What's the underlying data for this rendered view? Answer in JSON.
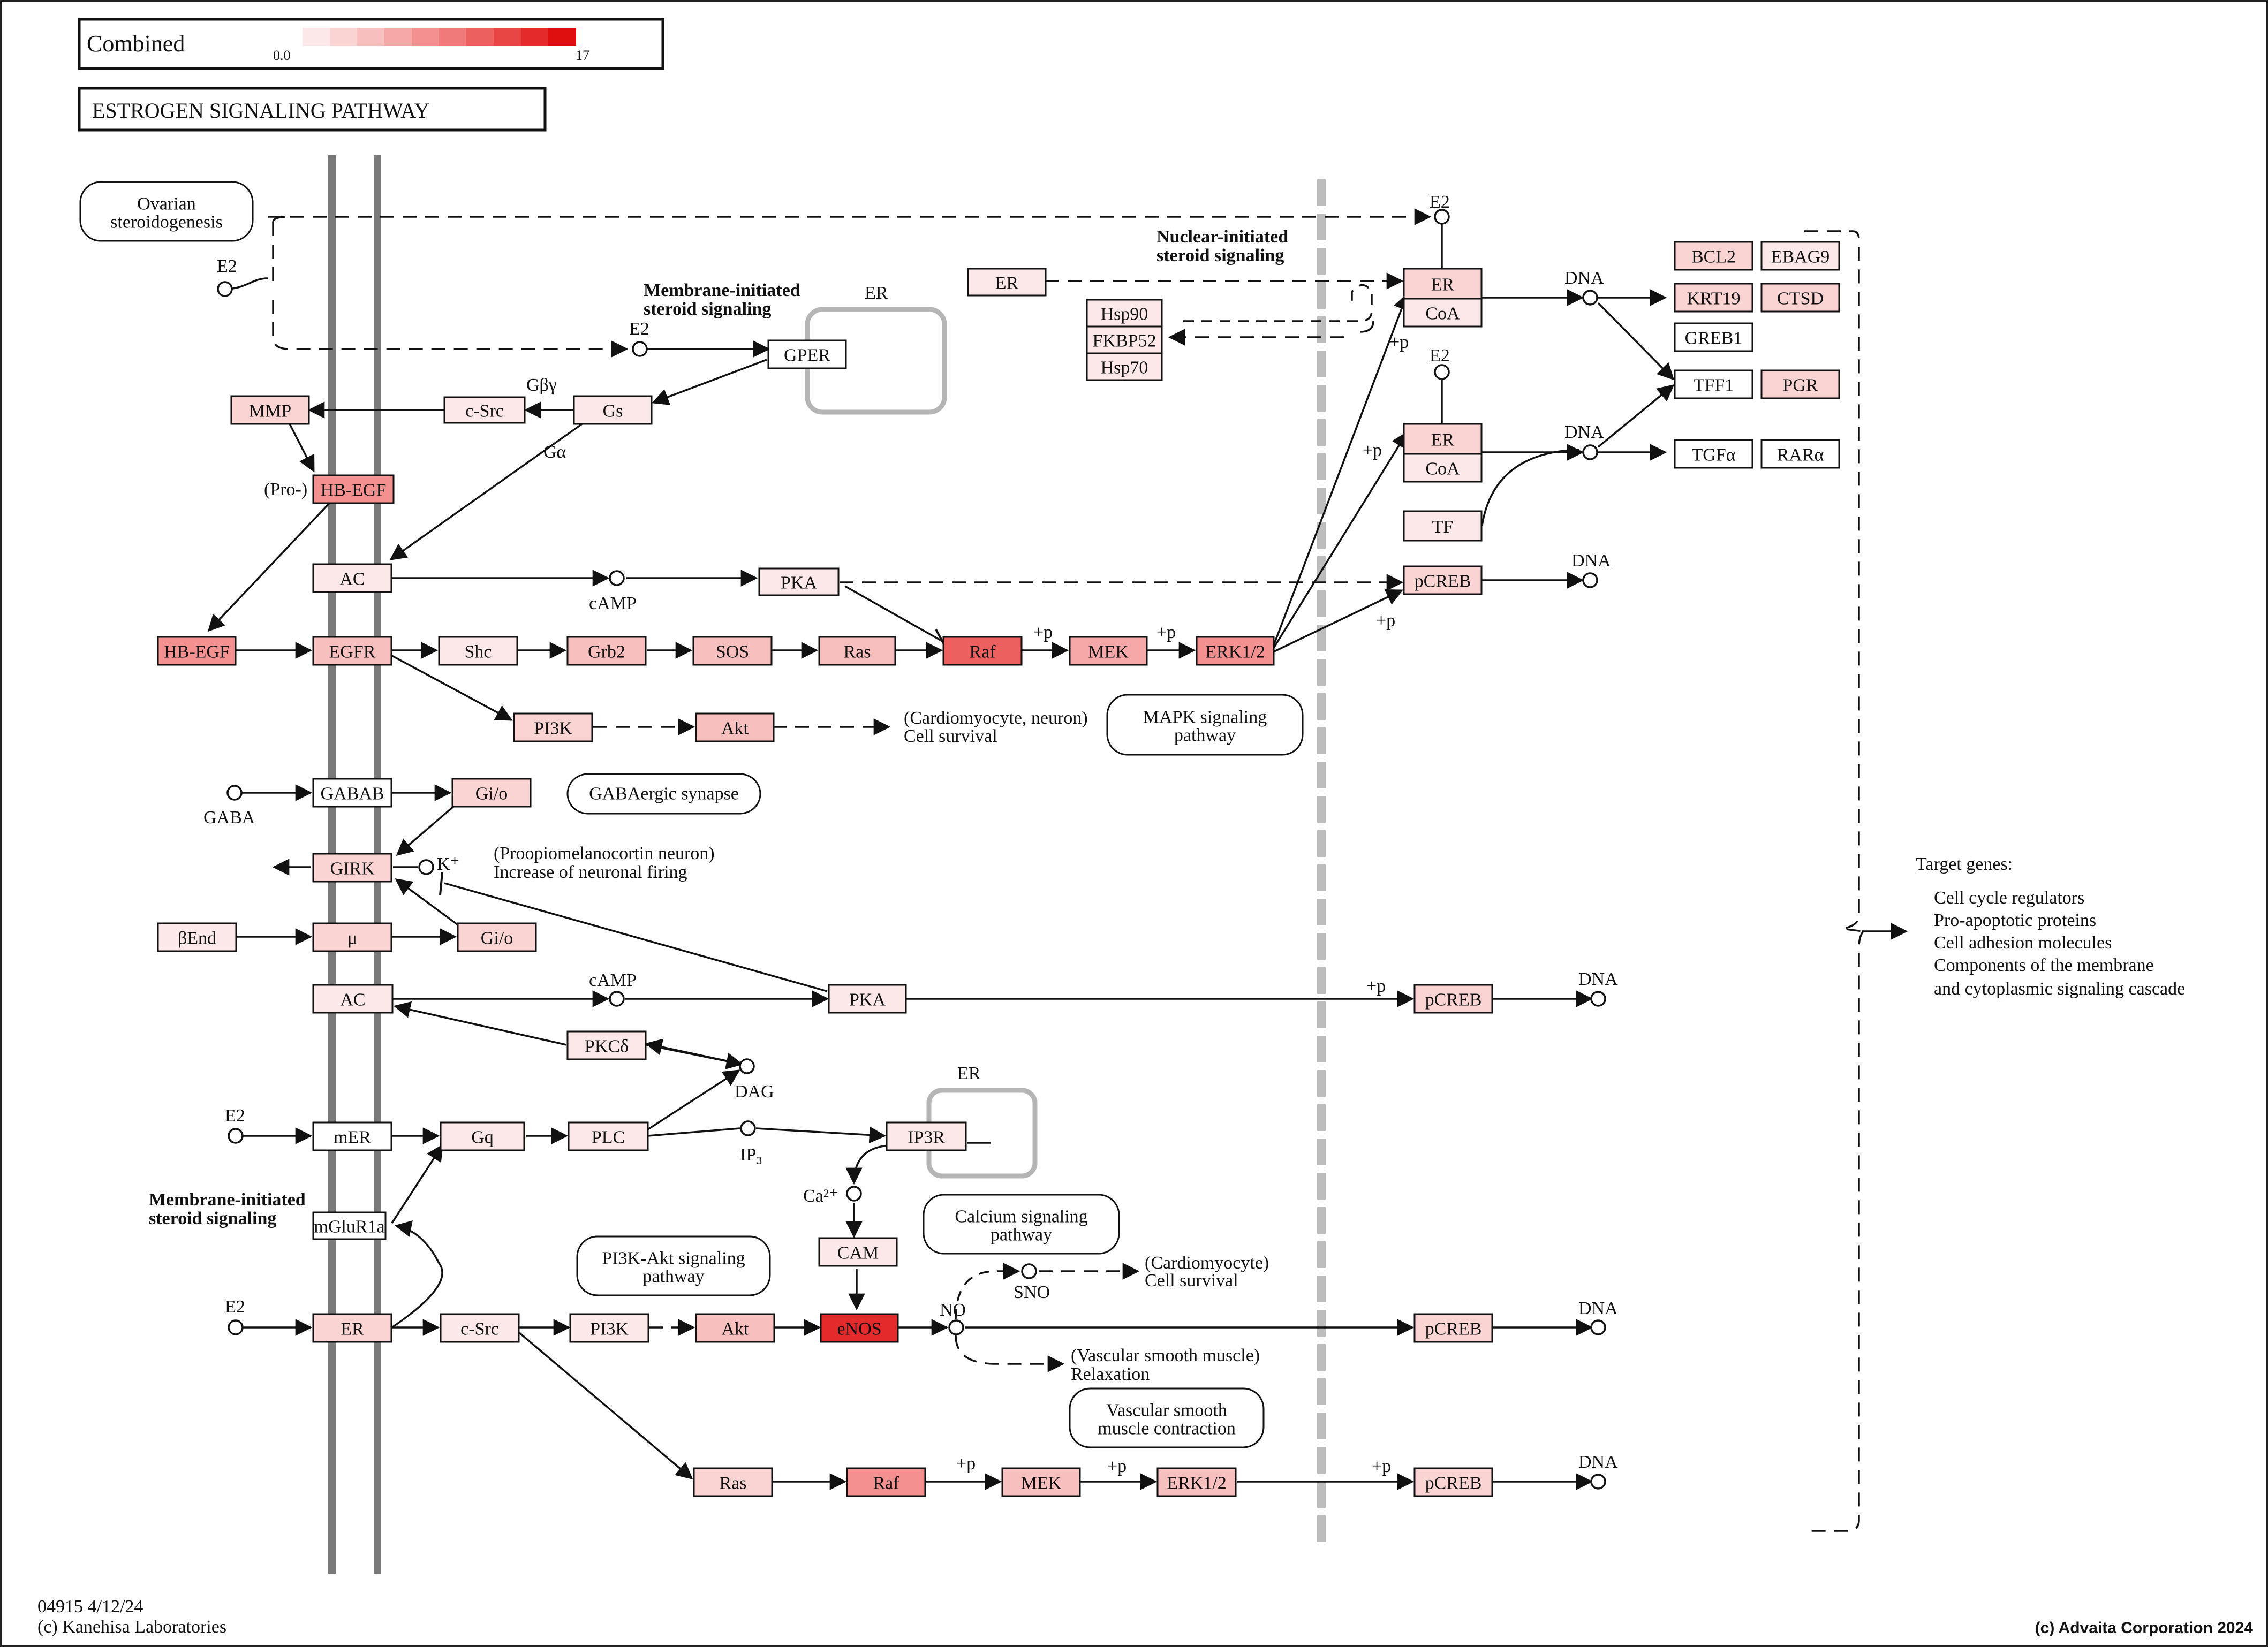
{
  "legend": {
    "title": "Combined",
    "min": "0.0",
    "max": "17"
  },
  "pathway_title": "ESTROGEN  SIGNALING  PATHWAY",
  "footer": {
    "id_date": "04915 4/12/24",
    "copyright": "(c) Kanehisa Laboratories",
    "credit": "(c) Advaita Corporation 2024"
  },
  "colors": {
    "scale": [
      "#fce8e8",
      "#fad3d3",
      "#f8bfbf",
      "#f6a8a8",
      "#f39191",
      "#f07a7a",
      "#ec6060",
      "#e84545",
      "#e42a2a",
      "#e00f0f"
    ]
  },
  "nodes": [
    {
      "id": "n_er_top",
      "label": "ER",
      "level": 1
    },
    {
      "id": "n_hsp90",
      "label": "Hsp90",
      "level": 1
    },
    {
      "id": "n_fkbp52",
      "label": "FKBP52",
      "level": 1
    },
    {
      "id": "n_hsp70",
      "label": "Hsp70",
      "level": 1
    },
    {
      "id": "n_er_nuc1",
      "label": "ER",
      "level": 2
    },
    {
      "id": "n_coa1",
      "label": "CoA",
      "level": 1
    },
    {
      "id": "n_er_nuc2",
      "label": "ER",
      "level": 2
    },
    {
      "id": "n_coa2",
      "label": "CoA",
      "level": 1
    },
    {
      "id": "n_tf",
      "label": "TF",
      "level": 1
    },
    {
      "id": "n_bcl2",
      "label": "BCL2",
      "level": 2
    },
    {
      "id": "n_ebag9",
      "label": "EBAG9",
      "level": 1
    },
    {
      "id": "n_krt19",
      "label": "KRT19",
      "level": 2
    },
    {
      "id": "n_ctsd",
      "label": "CTSD",
      "level": 2
    },
    {
      "id": "n_greb1",
      "label": "GREB1",
      "level": 0
    },
    {
      "id": "n_tff1",
      "label": "TFF1",
      "level": 0
    },
    {
      "id": "n_pgr",
      "label": "PGR",
      "level": 2
    },
    {
      "id": "n_tgfa",
      "label": "TGFα",
      "level": 0
    },
    {
      "id": "n_rara",
      "label": "RARα",
      "level": 0
    },
    {
      "id": "n_gper",
      "label": "GPER",
      "level": 0
    },
    {
      "id": "n_mmp",
      "label": "MMP",
      "level": 2
    },
    {
      "id": "n_csrc1",
      "label": "c-Src",
      "level": 1
    },
    {
      "id": "n_gs",
      "label": "Gs",
      "level": 1
    },
    {
      "id": "n_hbegf_pro",
      "label": "HB-EGF",
      "level": 5
    },
    {
      "id": "n_ac1",
      "label": "AC",
      "level": 1
    },
    {
      "id": "n_pka1",
      "label": "PKA",
      "level": 1
    },
    {
      "id": "n_pcreb1",
      "label": "pCREB",
      "level": 2
    },
    {
      "id": "n_hbegf",
      "label": "HB-EGF",
      "level": 5
    },
    {
      "id": "n_egfr",
      "label": "EGFR",
      "level": 3
    },
    {
      "id": "n_shc",
      "label": "Shc",
      "level": 1
    },
    {
      "id": "n_grb2",
      "label": "Grb2",
      "level": 3
    },
    {
      "id": "n_sos",
      "label": "SOS",
      "level": 3
    },
    {
      "id": "n_ras1",
      "label": "Ras",
      "level": 3
    },
    {
      "id": "n_raf1",
      "label": "Raf",
      "level": 7
    },
    {
      "id": "n_mek1",
      "label": "MEK",
      "level": 4
    },
    {
      "id": "n_erk1",
      "label": "ERK1/2",
      "level": 5
    },
    {
      "id": "n_pi3k1",
      "label": "PI3K",
      "level": 2
    },
    {
      "id": "n_akt1",
      "label": "Akt",
      "level": 3
    },
    {
      "id": "n_gabab",
      "label": "GABAB",
      "level": 0
    },
    {
      "id": "n_gio1",
      "label": "Gi/o",
      "level": 2
    },
    {
      "id": "n_girk",
      "label": "GIRK",
      "level": 2
    },
    {
      "id": "n_bend",
      "label": "βEnd",
      "level": 1
    },
    {
      "id": "n_mu",
      "label": "μ",
      "level": 2
    },
    {
      "id": "n_gio2",
      "label": "Gi/o",
      "level": 2
    },
    {
      "id": "n_ac2",
      "label": "AC",
      "level": 1
    },
    {
      "id": "n_pka2",
      "label": "PKA",
      "level": 1
    },
    {
      "id": "n_pcreb2",
      "label": "pCREB",
      "level": 2
    },
    {
      "id": "n_pkcd",
      "label": "PKCδ",
      "level": 1
    },
    {
      "id": "n_mer",
      "label": "mER",
      "level": 0
    },
    {
      "id": "n_gq",
      "label": "Gq",
      "level": 1
    },
    {
      "id": "n_plc",
      "label": "PLC",
      "level": 1
    },
    {
      "id": "n_ip3r",
      "label": "IP3R",
      "level": 1
    },
    {
      "id": "n_mglur1a",
      "label": "mGluR1a",
      "level": 0
    },
    {
      "id": "n_cam",
      "label": "CAM",
      "level": 1
    },
    {
      "id": "n_er_mem",
      "label": "ER",
      "level": 2
    },
    {
      "id": "n_csrc2",
      "label": "c-Src",
      "level": 1
    },
    {
      "id": "n_pi3k2",
      "label": "PI3K",
      "level": 1
    },
    {
      "id": "n_akt2",
      "label": "Akt",
      "level": 3
    },
    {
      "id": "n_enos",
      "label": "eNOS",
      "level": 9
    },
    {
      "id": "n_pcreb3",
      "label": "pCREB",
      "level": 2
    },
    {
      "id": "n_ras2",
      "label": "Ras",
      "level": 2
    },
    {
      "id": "n_raf2",
      "label": "Raf",
      "level": 5
    },
    {
      "id": "n_mek2",
      "label": "MEK",
      "level": 3
    },
    {
      "id": "n_erk2",
      "label": "ERK1/2",
      "level": 3
    },
    {
      "id": "n_pcreb4",
      "label": "pCREB",
      "level": 2
    }
  ],
  "maps": [
    {
      "id": "m_ovarian",
      "label1": "Ovarian",
      "label2": "steroidogenesis"
    },
    {
      "id": "m_mapk",
      "label1": "MAPK signaling",
      "label2": "pathway"
    },
    {
      "id": "m_gaba",
      "label1": "GABAergic synapse",
      "label2": ""
    },
    {
      "id": "m_calcium",
      "label1": "Calcium signaling",
      "label2": "pathway"
    },
    {
      "id": "m_pi3k",
      "label1": "PI3K-Akt signaling",
      "label2": "pathway"
    },
    {
      "id": "m_vsmc",
      "label1": "Vascular smooth",
      "label2": "muscle contraction"
    }
  ],
  "compounds": [
    {
      "id": "c_e2_a",
      "label": "E2"
    },
    {
      "id": "c_e2_b",
      "label": "E2"
    },
    {
      "id": "c_e2_c",
      "label": "E2"
    },
    {
      "id": "c_e2_d",
      "label": "E2"
    },
    {
      "id": "c_e2_e",
      "label": "E2"
    },
    {
      "id": "c_e2_f",
      "label": "E2"
    },
    {
      "id": "c_camp1",
      "label": "cAMP"
    },
    {
      "id": "c_camp2",
      "label": "cAMP"
    },
    {
      "id": "c_gaba",
      "label": "GABA"
    },
    {
      "id": "c_k",
      "label": "K⁺"
    },
    {
      "id": "c_dag",
      "label": "DAG"
    },
    {
      "id": "c_ip3",
      "label": "IP₃"
    },
    {
      "id": "c_ca",
      "label": "Ca²⁺"
    },
    {
      "id": "c_sno",
      "label": "SNO"
    },
    {
      "id": "c_no",
      "label": "NO"
    },
    {
      "id": "c_dna1",
      "label": "DNA"
    },
    {
      "id": "c_dna2",
      "label": "DNA"
    },
    {
      "id": "c_dna3",
      "label": "DNA"
    },
    {
      "id": "c_dna4",
      "label": "DNA"
    },
    {
      "id": "c_dna5",
      "label": "DNA"
    },
    {
      "id": "c_dna6",
      "label": "DNA"
    }
  ],
  "notes": {
    "er_compartment_1": "ER",
    "er_compartment_2": "ER",
    "membrane_initiated_1a": "Membrane-initiated",
    "membrane_initiated_1b": "steroid signaling",
    "membrane_initiated_2a": "Membrane-initiated",
    "membrane_initiated_2b": "steroid signaling",
    "nuclear_initiated_a": "Nuclear-initiated",
    "nuclear_initiated_b": "steroid signaling",
    "gbg": "Gβγ",
    "ga": "Gα",
    "pro": "(Pro-)",
    "cardio_a": "(Cardiomyocyte, neuron)",
    "cardio_b": "Cell survival",
    "pomc_a": "(Proopiomelanocortin neuron)",
    "pomc_b": "Increase of neuronal  firing",
    "cardio2_a": "(Cardiomyocyte)",
    "cardio2_b": "Cell survival",
    "vsm_a": "(Vascular smooth muscle)",
    "vsm_b": "Relaxation",
    "target_title": "Target genes:",
    "target_1": "Cell cycle regulators",
    "target_2": "Pro-apoptotic proteins",
    "target_3": "Cell adhesion molecules",
    "target_4": "Components of the membrane",
    "target_5": " and cytoplasmic signaling cascade",
    "plus_p": "+p"
  }
}
